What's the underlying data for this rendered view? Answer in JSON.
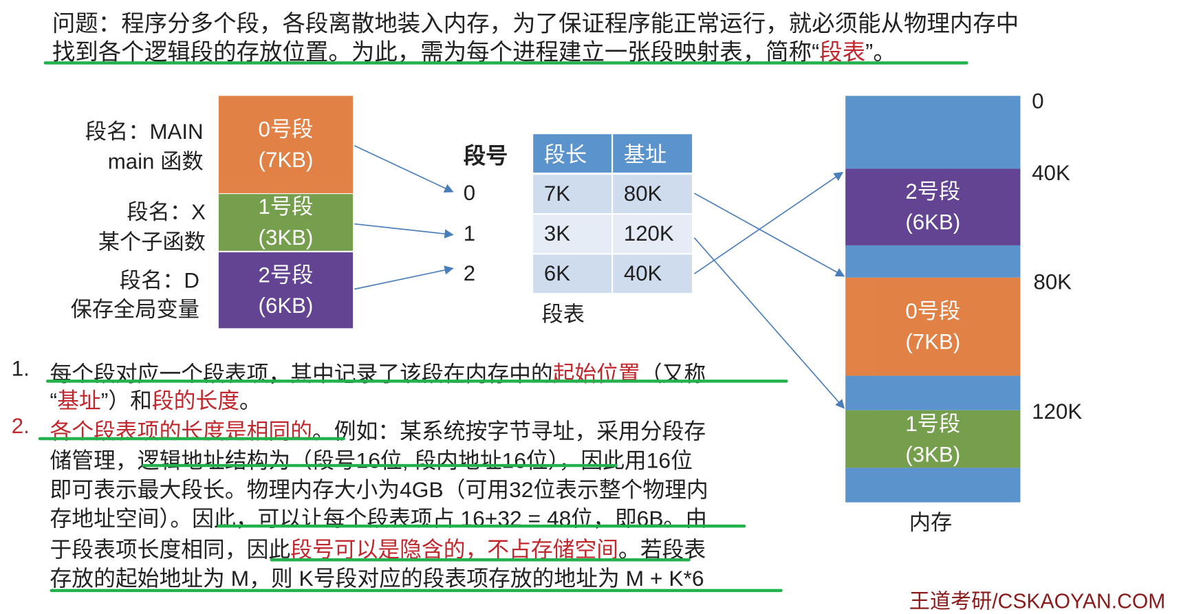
{
  "header": {
    "lines": [
      [
        {
          "t": "问题：程序分多个段，各段离散地装入内存，为了保证程序能正常运行，就必须能从物理内存中"
        }
      ],
      [
        {
          "t": "找到各个逻辑段的存放位置。为此，需为每个进程建立一张段映射表，简称“"
        },
        {
          "t": "段表",
          "red": true
        },
        {
          "t": "”。"
        }
      ]
    ]
  },
  "logical": {
    "labels": [
      "段名：MAIN",
      "main 函数",
      "段名：X",
      "某个子函数",
      "段名：D",
      "保存全局变量"
    ],
    "segments": [
      {
        "name": "0号段",
        "size": "(7KB)"
      },
      {
        "name": "1号段",
        "size": "(3KB)"
      },
      {
        "name": "2号段",
        "size": "(6KB)"
      }
    ]
  },
  "segment_table": {
    "segno_header": "段号",
    "segnos": [
      "0",
      "1",
      "2"
    ],
    "columns": [
      "段长",
      "基址"
    ],
    "rows": [
      [
        "7K",
        "80K"
      ],
      [
        "3K",
        "120K"
      ],
      [
        "6K",
        "40K"
      ]
    ],
    "caption": "段表"
  },
  "memory": {
    "addresses": [
      "0",
      "40K",
      "80K",
      "120K"
    ],
    "segments": [
      {
        "name": "2号段",
        "size": "(6KB)"
      },
      {
        "name": "0号段",
        "size": "(7KB)"
      },
      {
        "name": "1号段",
        "size": "(3KB)"
      }
    ],
    "caption": "内存"
  },
  "notes": {
    "numbers": [
      "1.",
      "2."
    ],
    "lines": [
      [
        {
          "t": "每个段对应一个段表项，其中记录了该段在内存中的"
        },
        {
          "t": "起始位置",
          "red": true
        },
        {
          "t": "（又称"
        }
      ],
      [
        {
          "t": "“"
        },
        {
          "t": "基址",
          "red": true
        },
        {
          "t": "”）和"
        },
        {
          "t": "段的长度",
          "red": true
        },
        {
          "t": "。"
        }
      ],
      [
        {
          "t": "各个段表项的长度是相同的",
          "red": true
        },
        {
          "t": "。例如：某系统按字节寻址，采用分段存"
        }
      ],
      [
        {
          "t": "储管理，逻辑地址结构为（段号16位, 段内地址16位），因此用16位"
        }
      ],
      [
        {
          "t": "即可表示最大段长。物理内存大小为4GB（可用32位表示整个物理内"
        }
      ],
      [
        {
          "t": "存地址空间）。因此，可以让每个段表项占 16+32 = 48位，即6B。由"
        }
      ],
      [
        {
          "t": "于段表项长度相同，因此"
        },
        {
          "t": "段号可以是隐含的，不占存储空间",
          "red": true
        },
        {
          "t": "。若段表"
        }
      ],
      [
        {
          "t": "存放的起始地址为 M，则 K号段对应的段表项存放的地址为 M + K*6"
        }
      ]
    ]
  },
  "watermark": "王道考研/CSKAOYAN.COM",
  "colors": {
    "orange": "#E07B3C",
    "green": "#6E9A43",
    "purple": "#5B3A8E",
    "blue": "#5B93CC",
    "red": "#C0282D",
    "underline": "#22B14C"
  }
}
